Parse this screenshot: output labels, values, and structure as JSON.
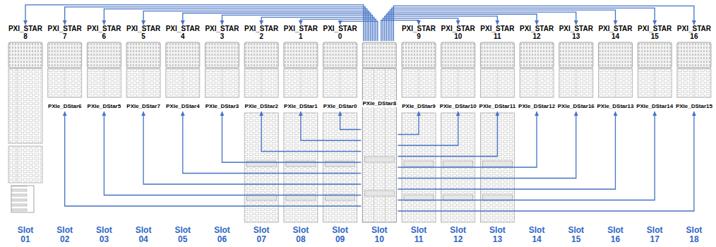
{
  "diagram": {
    "nodes": [
      {
        "text": [
          "PXI_STAR 8"
        ]
      },
      {
        "text": [
          "PXI_STAR 7"
        ]
      },
      {
        "text": [
          "PXI_STAR 6"
        ]
      },
      {
        "text": [
          "PXI_STAR 5"
        ]
      },
      {
        "text": [
          "PXI_STAR 4"
        ]
      },
      {
        "text": [
          "PXI_STAR 3"
        ]
      },
      {
        "text": [
          "PXI_STAR 2"
        ]
      },
      {
        "text": [
          "PXI_STAR 1"
        ]
      },
      {
        "text": [
          "PXI_STAR 0"
        ]
      },
      {
        "text": [
          "PXIe_DStar8"
        ]
      },
      {
        "text": [
          "PXI_STAR 9"
        ]
      },
      {
        "text": [
          "PXI_STAR 10"
        ]
      },
      {
        "text": [
          "PXI_STAR 11"
        ]
      },
      {
        "text": [
          "PXI_STAR 12"
        ]
      },
      {
        "text": [
          "PXI_STAR 13"
        ]
      },
      {
        "text": [
          "PXI_STAR 14"
        ]
      },
      {
        "text": [
          "PXI_STAR 15"
        ]
      },
      {
        "text": [
          "PXI_STAR 16"
        ]
      },
      {
        "text": [
          "PXIe_DStar6"
        ]
      },
      {
        "text": [
          "PXIe_DStar5"
        ]
      },
      {
        "text": [
          "PXIe_DStar7"
        ]
      },
      {
        "text": [
          "PXIe_DStar4"
        ]
      },
      {
        "text": [
          "PXIe_DStar3"
        ]
      },
      {
        "text": [
          "PXIe_DStar2"
        ]
      },
      {
        "text": [
          "PXIe_DStar1"
        ]
      },
      {
        "text": [
          "PXIe_DStar0"
        ]
      },
      {
        "text": [
          "PXIe_DStar9"
        ]
      },
      {
        "text": [
          "PXIe_DStar10"
        ]
      },
      {
        "text": [
          "PXIe_DStar11"
        ]
      },
      {
        "text": [
          "PXIe_DStar12"
        ]
      },
      {
        "text": [
          "PXIe_DStar16"
        ]
      },
      {
        "text": [
          "PXIe_DStar13"
        ]
      },
      {
        "text": [
          "PXIe_DStar14"
        ]
      },
      {
        "text": [
          "PXIe_DStar15"
        ]
      }
    ],
    "edges": [
      {
        "from": 9,
        "to": 0,
        "arrow": "to"
      },
      {
        "from": 9,
        "to": 1,
        "arrow": "to"
      },
      {
        "from": 9,
        "to": 2,
        "arrow": "to"
      },
      {
        "from": 9,
        "to": 3,
        "arrow": "to"
      },
      {
        "from": 9,
        "to": 4,
        "arrow": "to"
      },
      {
        "from": 9,
        "to": 5,
        "arrow": "to"
      },
      {
        "from": 9,
        "to": 6,
        "arrow": "to"
      },
      {
        "from": 9,
        "to": 7,
        "arrow": "to"
      },
      {
        "from": 9,
        "to": 8,
        "arrow": "to"
      },
      {
        "from": 9,
        "to": 10,
        "arrow": "to"
      },
      {
        "from": 9,
        "to": 11,
        "arrow": "to"
      },
      {
        "from": 9,
        "to": 12,
        "arrow": "to"
      },
      {
        "from": 9,
        "to": 13,
        "arrow": "to"
      },
      {
        "from": 9,
        "to": 14,
        "arrow": "to"
      },
      {
        "from": 9,
        "to": 15,
        "arrow": "to"
      },
      {
        "from": 9,
        "to": 16,
        "arrow": "to"
      },
      {
        "from": 9,
        "to": 17,
        "arrow": "to"
      },
      {
        "from": 9,
        "to": 18,
        "arrow": "to"
      },
      {
        "from": 9,
        "to": 19,
        "arrow": "to"
      },
      {
        "from": 9,
        "to": 20,
        "arrow": "to"
      },
      {
        "from": 9,
        "to": 21,
        "arrow": "to"
      },
      {
        "from": 9,
        "to": 22,
        "arrow": "to"
      },
      {
        "from": 9,
        "to": 23,
        "arrow": "to"
      },
      {
        "from": 9,
        "to": 24,
        "arrow": "to"
      },
      {
        "from": 9,
        "to": 25,
        "arrow": "to"
      },
      {
        "from": 9,
        "to": 26,
        "arrow": "to"
      },
      {
        "from": 9,
        "to": 27,
        "arrow": "to"
      },
      {
        "from": 9,
        "to": 28,
        "arrow": "to"
      },
      {
        "from": 9,
        "to": 29,
        "arrow": "to"
      },
      {
        "from": 9,
        "to": 30,
        "arrow": "to"
      },
      {
        "from": 9,
        "to": 31,
        "arrow": "to"
      },
      {
        "from": 9,
        "to": 32,
        "arrow": "to"
      },
      {
        "from": 9,
        "to": 33,
        "arrow": "to"
      }
    ],
    "labels": [
      "Slot 01",
      "Slot 02",
      "Slot 03",
      "Slot 04",
      "Slot 05",
      "Slot 06",
      "Slot 07",
      "Slot 08",
      "Slot 09",
      "Slot 10",
      "Slot 11",
      "Slot 12",
      "Slot 13",
      "Slot 14",
      "Slot 15",
      "Slot 16",
      "Slot 17",
      "Slot 18"
    ]
  }
}
